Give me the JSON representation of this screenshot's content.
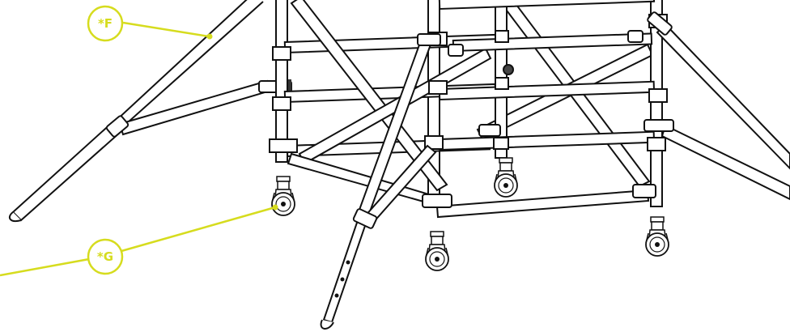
{
  "diagram": {
    "callouts": [
      {
        "id": "F",
        "label": "*F"
      },
      {
        "id": "G",
        "label": "*G"
      }
    ]
  },
  "colors": {
    "callout": "#d6dc1e",
    "stroke": "#111111",
    "fill": "#ffffff"
  }
}
